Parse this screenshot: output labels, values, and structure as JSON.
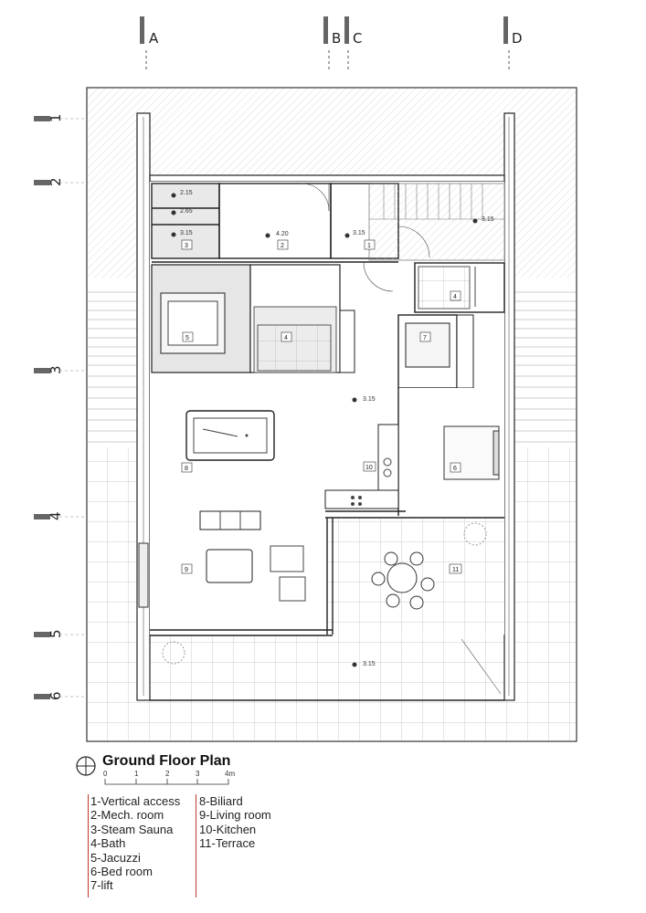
{
  "grid_columns": [
    "A",
    "B",
    "C",
    "D"
  ],
  "grid_rows": [
    "1",
    "2",
    "3",
    "4",
    "5",
    "6"
  ],
  "levels": {
    "sauna_a": "2.15",
    "sauna_b": "2.65",
    "sauna_c": "3.15",
    "mech": "4.20",
    "vertical": "3.15",
    "stair": "3.15",
    "hall": "3.15",
    "outdoor": "3.15"
  },
  "room_numbers": {
    "steam": "3",
    "mech": "2",
    "vertical": "1",
    "bath_right": "4",
    "jacuzzi": "5",
    "bath_mid": "4",
    "lift": "7",
    "biliard": "8",
    "kitchen": "10",
    "bedroom": "6",
    "living": "9",
    "terrace": "11"
  },
  "title": "Ground Floor Plan",
  "scale_bar": {
    "labels": [
      "0",
      "1",
      "2",
      "3",
      "4m"
    ]
  },
  "legend": {
    "col1": [
      "1-Vertical access",
      "2-Mech. room",
      "3-Steam Sauna",
      "4-Bath",
      "5-Jacuzzi",
      "6-Bed room",
      "7-lift"
    ],
    "col2": [
      "8-Biliard",
      "9-Living room",
      "10-Kitchen",
      "11-Terrace"
    ]
  },
  "colors": {
    "line": "#2b2b2b",
    "hatch": "#bdbdbd",
    "legend_rule": "#c0392b"
  }
}
